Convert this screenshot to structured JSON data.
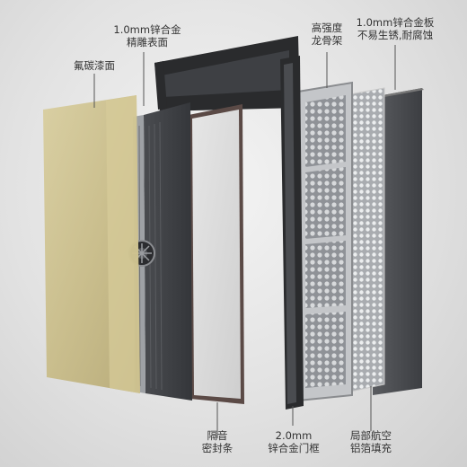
{
  "callouts": {
    "finish": {
      "lines": [
        "1.0mm锌合金",
        "精雕表面"
      ]
    },
    "coating": {
      "lines": [
        "氟碳漆面"
      ]
    },
    "keel": {
      "lines": [
        "高强度",
        "龙骨架"
      ]
    },
    "back_plate": {
      "lines": [
        "1.0mm锌合金板",
        "不易生锈,耐腐蚀"
      ]
    },
    "seal": {
      "lines": [
        "隔音",
        "密封条"
      ]
    },
    "frame": {
      "lines": [
        "2.0mm",
        "锌合金门框"
      ]
    },
    "honeycomb": {
      "lines": [
        "局部航空",
        "铝箔填充"
      ]
    }
  },
  "colors": {
    "gold_panel": "#c9bd8a",
    "dark_panel": "#3b3d40",
    "frame": "#2a2b2d",
    "steel": "#9b9ea2"
  }
}
